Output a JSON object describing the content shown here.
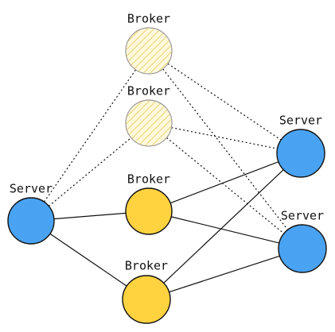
{
  "colors": {
    "server": "#4aa3f2",
    "broker": "#ffd23f",
    "broker_inactive": "#f7e7a8",
    "edge": "#111111"
  },
  "nodes": [
    {
      "id": "broker-1",
      "kind": "broker",
      "label": "Broker",
      "state": "inactive"
    },
    {
      "id": "broker-2",
      "kind": "broker",
      "label": "Broker",
      "state": "inactive"
    },
    {
      "id": "broker-3",
      "kind": "broker",
      "label": "Broker",
      "state": "active"
    },
    {
      "id": "broker-4",
      "kind": "broker",
      "label": "Broker",
      "state": "active"
    },
    {
      "id": "server-left",
      "kind": "server",
      "label": "Server"
    },
    {
      "id": "server-right-top",
      "kind": "server",
      "label": "Server"
    },
    {
      "id": "server-right-bottom",
      "kind": "server",
      "label": "Server"
    }
  ],
  "edges": [
    {
      "from": "server-left",
      "to": "broker-1",
      "style": "dotted"
    },
    {
      "from": "server-left",
      "to": "broker-2",
      "style": "dotted"
    },
    {
      "from": "server-left",
      "to": "broker-3",
      "style": "solid"
    },
    {
      "from": "server-left",
      "to": "broker-4",
      "style": "solid"
    },
    {
      "from": "broker-1",
      "to": "server-right-top",
      "style": "dotted"
    },
    {
      "from": "broker-1",
      "to": "server-right-bottom",
      "style": "dotted"
    },
    {
      "from": "broker-2",
      "to": "server-right-top",
      "style": "dotted"
    },
    {
      "from": "broker-2",
      "to": "server-right-bottom",
      "style": "dotted"
    },
    {
      "from": "broker-3",
      "to": "server-right-top",
      "style": "solid"
    },
    {
      "from": "broker-3",
      "to": "server-right-bottom",
      "style": "solid"
    },
    {
      "from": "broker-4",
      "to": "server-right-top",
      "style": "solid"
    },
    {
      "from": "broker-4",
      "to": "server-right-bottom",
      "style": "solid"
    }
  ]
}
